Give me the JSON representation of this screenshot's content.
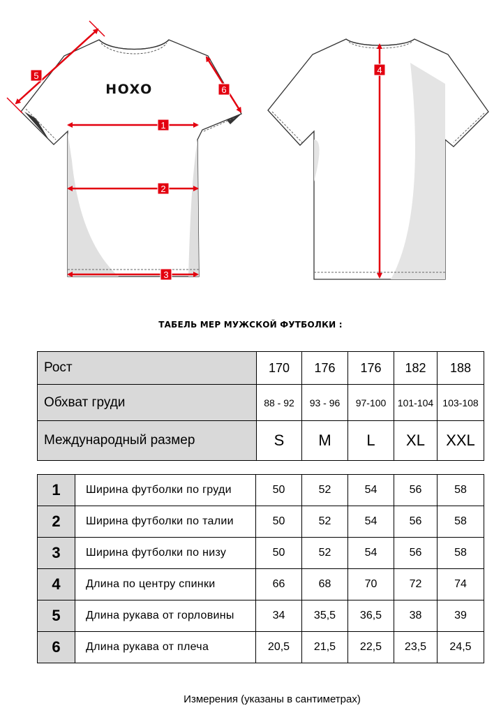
{
  "brand": "HOXO",
  "markers": [
    "1",
    "2",
    "3",
    "4",
    "5",
    "6"
  ],
  "title": "ТАБЕЛЬ МЕР МУЖСКОЙ ФУТБОЛКИ :",
  "size_table": {
    "height_label": "Рост",
    "heights": [
      "170",
      "176",
      "176",
      "182",
      "188"
    ],
    "chest_label": "Обхват груди",
    "chests": [
      "88 - 92",
      "93 - 96",
      "97-100",
      "101-104",
      "103-108"
    ],
    "intl_label": "Международный  размер",
    "sizes": [
      "S",
      "M",
      "L",
      "XL",
      "XXL"
    ]
  },
  "measurements": [
    {
      "num": "1",
      "label": "Ширина  футболки по груди",
      "values": [
        "50",
        "52",
        "54",
        "56",
        "58"
      ]
    },
    {
      "num": "2",
      "label": "Ширина  футболки по талии",
      "values": [
        "50",
        "52",
        "54",
        "56",
        "58"
      ]
    },
    {
      "num": "3",
      "label": "Ширина  футболки  по  низу",
      "values": [
        "50",
        "52",
        "54",
        "56",
        "58"
      ]
    },
    {
      "num": "4",
      "label": "Длина по центру спинки",
      "values": [
        "66",
        "68",
        "70",
        "72",
        "74"
      ]
    },
    {
      "num": "5",
      "label": "Длина рукава от горловины",
      "values": [
        "34",
        "35,5",
        "36,5",
        "38",
        "39"
      ]
    },
    {
      "num": "6",
      "label": "Длина  рукава  от  плеча",
      "values": [
        "20,5",
        "21,5",
        "22,5",
        "23,5",
        "24,5"
      ]
    }
  ],
  "footer": "Измерения (указаны в сантиметрах)",
  "colors": {
    "arrow": "#e3000f",
    "header_bg": "#d9d9d9",
    "shadow": "#d6d6d6"
  }
}
